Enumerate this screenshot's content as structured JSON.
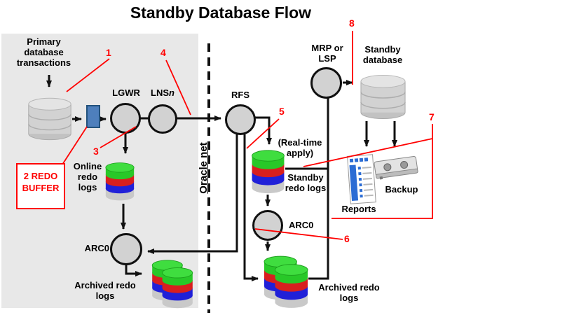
{
  "title": "Standby Database Flow",
  "primary": {
    "transactions_label": "Primary database transactions",
    "lgwr_label": "LGWR",
    "lns_label": "LNS",
    "lns_suffix": "n",
    "redo_buffer_note": "2 REDO BUFFER",
    "online_redo_logs_label": "Online redo logs",
    "arc0_label": "ARC0",
    "archived_redo_logs_label": "Archived redo logs"
  },
  "network": {
    "oracle_net_label": "Oracle net"
  },
  "standby": {
    "rfs_label": "RFS",
    "mrp_label": "MRP or LSP",
    "database_label": "Standby database",
    "real_time_apply_label": "(Real-time apply)",
    "standby_redo_logs_label": "Standby redo logs",
    "arc0_label": "ARC0",
    "archived_redo_logs_label": "Archived redo logs",
    "reports_label": "Reports",
    "backup_label": "Backup"
  },
  "annotations": {
    "n1": "1",
    "n3": "3",
    "n4": "4",
    "n5": "5",
    "n6": "6",
    "n7": "7",
    "n8": "8"
  },
  "colors": {
    "annotation_red": "#ff0000",
    "panel_gray": "#e8e8e8",
    "buffer_blue": "#4e7fbc",
    "process_fill": "#d2d2d2",
    "log_green": "#28c828",
    "log_red": "#d81f1f",
    "log_blue": "#2020d8",
    "log_gray": "#c9c9c9",
    "reports_blue": "#2b6cd4"
  }
}
